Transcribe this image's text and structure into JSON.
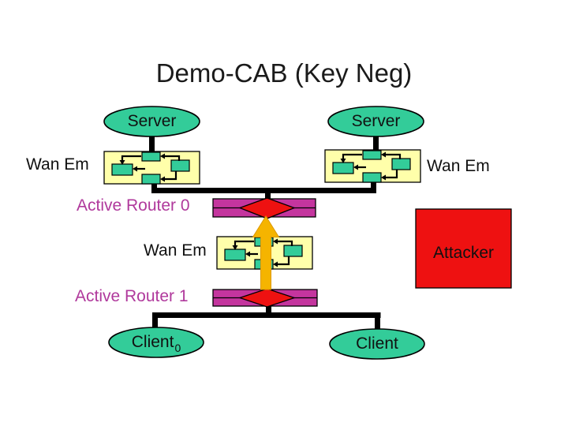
{
  "slide": {
    "title": "Demo-CAB (Key Neg)"
  },
  "nodes": {
    "server_left": "Server",
    "server_right": "Server",
    "client_left": {
      "label": "Client",
      "subscript": "0"
    },
    "client_right": "Client",
    "attacker": "Attacker"
  },
  "labels": {
    "wan_em_left": "Wan Em",
    "wan_em_right": "Wan Em",
    "wan_em_middle": "Wan Em",
    "active_router_0": "Active Router 0",
    "active_router_1": "Active Router 1"
  },
  "colors": {
    "background": "#ffffff",
    "node_green": "#33cc99",
    "emulator_yellow": "#ffffaa",
    "router_purple": "#c4359e",
    "router_label_purple": "#b0399c",
    "alert_red": "#ee1111",
    "flow_arrow_orange": "#f5b400",
    "connector_black": "#000000",
    "text_black": "#111111"
  }
}
